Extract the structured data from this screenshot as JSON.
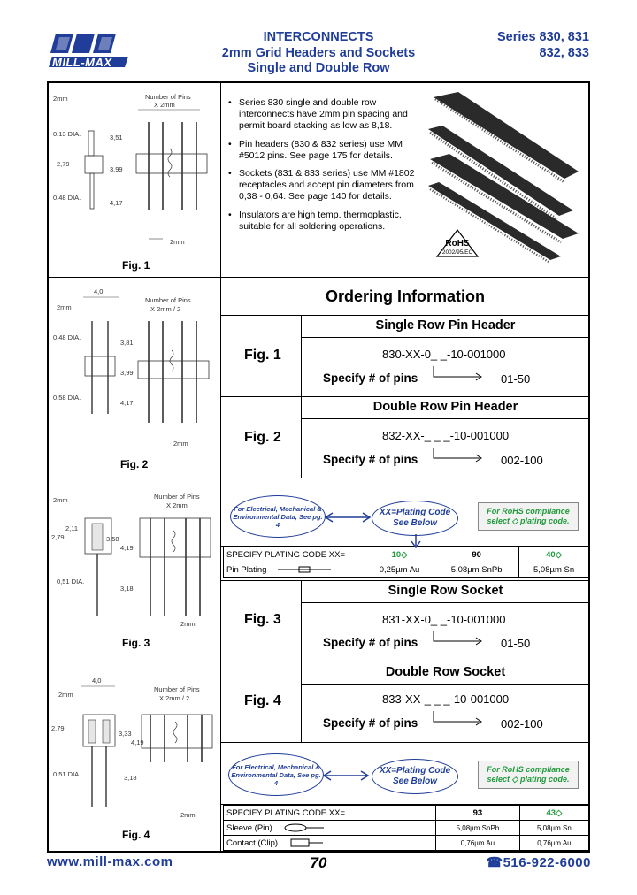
{
  "header": {
    "logo_text": "MILL-MAX",
    "title_lines": [
      "INTERCONNECTS",
      "2mm Grid Headers and Sockets",
      "Single and Double Row"
    ],
    "series_lines": [
      "Series 830, 831",
      "832, 833"
    ]
  },
  "bullets": [
    "Series 830 single and double row interconnects have 2mm pin spacing and permit board stacking as low as 8,18.",
    "Pin headers (830 & 832 series) use MM #5012 pins. See page 175 for details.",
    "Sockets (831 & 833 series) use MM #1802 receptacles and accept pin diameters from 0,38 - 0,64. See page 140 for details.",
    "Insulators are high temp. thermoplastic, suitable for all soldering operations."
  ],
  "rohs": {
    "label": "RoHS",
    "sub": "2002/95/EC"
  },
  "figures": {
    "fig1": {
      "caption": "Fig. 1",
      "dims": [
        "2mm",
        "Number of Pins",
        "X 2mm",
        "0,13 DIA.",
        "3,51",
        "2,79",
        "3,99",
        "0,48 DIA.",
        "4,17",
        "2mm"
      ]
    },
    "fig2": {
      "caption": "Fig. 2",
      "dims": [
        "4,0",
        "2mm",
        "Number of Pins",
        "X 2mm / 2",
        "0,48 DIA.",
        "3,81",
        "3,99",
        "4,17",
        "0,58 DIA.",
        "2mm"
      ]
    },
    "fig3": {
      "caption": "Fig. 3",
      "dims": [
        "2mm",
        "Number of Pins",
        "X 2mm",
        "2,11",
        "2,79",
        "3,58",
        "4,19",
        "0,51 DIA.",
        "3,18",
        "2mm"
      ]
    },
    "fig4": {
      "caption": "Fig. 4",
      "dims": [
        "4,0",
        "2mm",
        "Number of Pins",
        "X 2mm / 2",
        "2,79",
        "3,33",
        "4,19",
        "0,51 DIA.",
        "3,18",
        "2mm"
      ]
    }
  },
  "ordering": {
    "title": "Ordering Information",
    "sections": [
      {
        "fig": "Fig. 1",
        "title": "Single Row Pin Header",
        "part": "830-XX-0_ _-10-001000",
        "specify": "Specify # of pins",
        "range": "01-50"
      },
      {
        "fig": "Fig. 2",
        "title": "Double Row Pin Header",
        "part": "832-XX-_ _ _-10-001000",
        "specify": "Specify # of pins",
        "range": "002-100"
      },
      {
        "fig": "Fig. 3",
        "title": "Single Row Socket",
        "part": "831-XX-0_ _-10-001000",
        "specify": "Specify # of pins",
        "range": "01-50"
      },
      {
        "fig": "Fig. 4",
        "title": "Double Row Socket",
        "part": "833-XX-_ _ _-10-001000",
        "specify": "Specify # of pins",
        "range": "002-100"
      }
    ]
  },
  "notes": {
    "electrical": "For Electrical, Mechanical & Environmental Data, See pg. 4",
    "plating_code": "XX=Plating Code See Below",
    "rohs_note": "For RoHS compliance select ◇ plating code."
  },
  "plating_table_1": {
    "header": "SPECIFY PLATING CODE XX=",
    "codes": [
      "10◇",
      "90",
      "40◇"
    ],
    "row_label": "Pin Plating",
    "values": [
      "0,25µm Au",
      "5,08µm SnPb",
      "5,08µm Sn"
    ]
  },
  "plating_table_2": {
    "header": "SPECIFY PLATING CODE XX=",
    "codes": [
      "",
      "93",
      "43◇"
    ],
    "rows": [
      {
        "label": "Sleeve (Pin)",
        "values": [
          "",
          "5,08µm SnPb",
          "5,08µm Sn"
        ]
      },
      {
        "label": "Contact (Clip)",
        "values": [
          "",
          "0,76µm Au",
          "0,76µm Au"
        ]
      }
    ]
  },
  "footer": {
    "website": "www.mill-max.com",
    "page": "70",
    "phone": "☎516-922-6000"
  },
  "colors": {
    "brand_blue": "#1f3d99",
    "rohs_green": "#1f9a3a"
  }
}
